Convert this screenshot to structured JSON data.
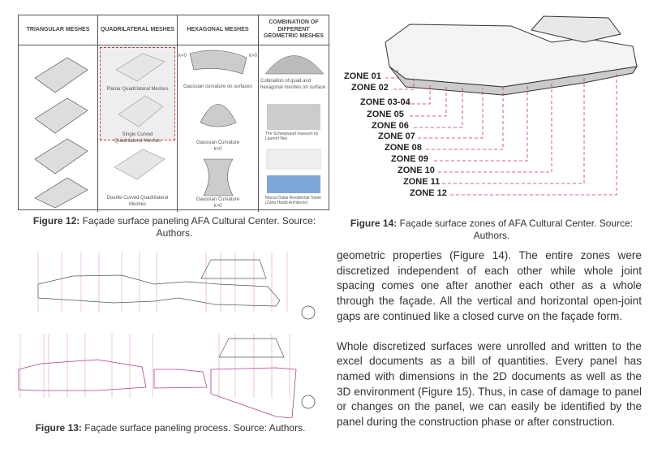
{
  "figure12": {
    "headers": [
      "TRIANGULAR MESHES",
      "QUADRILATERAL MESHES",
      "HEXAGONAL MESHES",
      "COMBINATION OF DIFFERENT GEOMETRIC MESHES"
    ],
    "quad_labels": [
      "Planar Quadrilateral Meshes",
      "Single Curved Quadrilateral Meshes",
      "Double Curved Quadrilateral Meshes"
    ],
    "hex_labels": [
      "Gaussian curvature on surfaces",
      "Gaussian Curvature k>0",
      "Gaussian Curvature k>0"
    ],
    "hex_k_left": "k<0",
    "hex_k_right": "k>0",
    "combo_labels": [
      "Cobination of quad and hexagonal meshes on surface",
      "The Scheepvaart museum by Laurent Ney",
      "Marsa Dubai Residential Tower (Zaha Hadid Architects)"
    ],
    "caption_label": "Figure 12:",
    "caption_text": " Façade surface paneling AFA Cultural Center. Source: Authors."
  },
  "figure14": {
    "zones": [
      "ZONE 01",
      "ZONE 02",
      "ZONE 03-04",
      "ZONE 05",
      "ZONE 06",
      "ZONE 07",
      "ZONE 08",
      "ZONE 09",
      "ZONE 10",
      "ZONE 11",
      "ZONE 12"
    ],
    "caption_label": "Figure 14:",
    "caption_text": " Façade surface zones of AFA Cultural Center. Source: Authors."
  },
  "figure13": {
    "caption_label": "Figure 13:",
    "caption_text": " Façade surface paneling process. Source: Authors."
  },
  "body": {
    "paragraphs": [
      "geometric properties (Figure 14).  The entire zones were discretized independent of each other while whole joint spacing comes one after another each other as a whole through the façade. All the vertical and horizontal open-joint gaps are continued like a closed curve on the façade form.",
      "Whole discretized surfaces were unrolled and written to the excel documents as a bill of quantities. Every panel has named with dimensions in the 2D documents as well as the 3D environment (Figure 15).  Thus, in case of damage to panel or changes on the panel, we can easily be identified by the panel during the construction phase or after construction."
    ]
  },
  "colors": {
    "accent": "#c0307a",
    "dashed": "#cc3355"
  }
}
